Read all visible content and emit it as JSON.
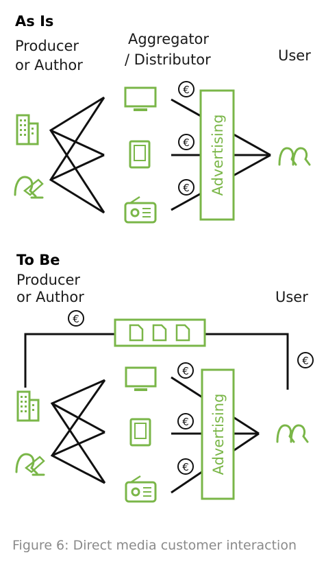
{
  "as_is": {
    "heading": "As Is",
    "producer_line1": "Producer",
    "producer_line2": "or Author",
    "aggregator_line1": "Aggregator",
    "aggregator_line2": "/ Distributor",
    "user": "User",
    "advertising": "Advertising",
    "euro": "€"
  },
  "to_be": {
    "heading": "To Be",
    "producer_line1": "Producer",
    "producer_line2": "or Author",
    "user": "User",
    "advertising": "Advertising",
    "euro": "€"
  },
  "caption": "Figure 6: Direct media customer interaction",
  "colors": {
    "accent": "#7ab648",
    "line": "#111111",
    "caption": "#8a8a8a"
  },
  "icons": [
    "building-icon",
    "author-pen-icon",
    "tv-icon",
    "tablet-icon",
    "radio-icon",
    "users-icon",
    "document-icon",
    "euro-icon"
  ]
}
